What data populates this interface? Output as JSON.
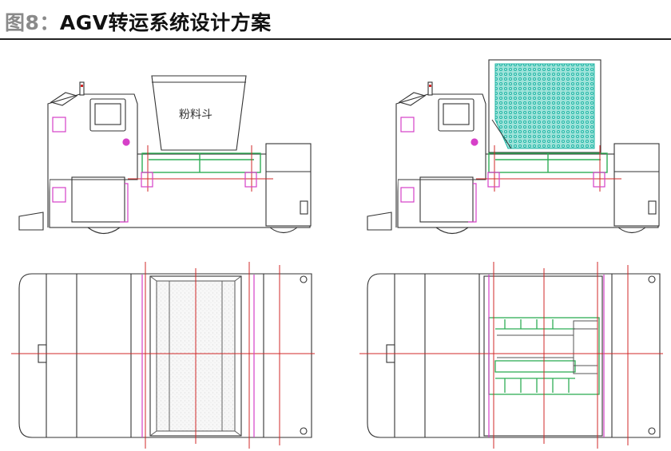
{
  "header": {
    "figure_label": "图8：",
    "title": "AGV转运系统设计方案"
  },
  "hopper_label": "粉料斗",
  "colors": {
    "outline": "#333333",
    "red_guide": "#d22828",
    "green_frame": "#2fae56",
    "magenta_part": "#d640c8",
    "teal_mesh": "#1fb5a5",
    "title_gray": "#8a8a8a"
  }
}
